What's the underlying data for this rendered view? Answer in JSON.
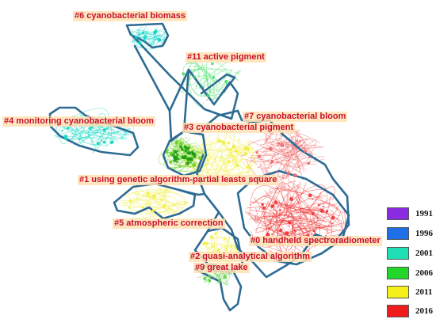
{
  "clusters": [
    {
      "id": "c6",
      "label": "#6 cyanobacterial biomass",
      "color": "#12d6c8"
    },
    {
      "id": "c11",
      "label": "#11 active pigment",
      "color": "#48e06a"
    },
    {
      "id": "c4",
      "label": "#4 monitoring cyanobacterial bloom",
      "color": "#14d8c4"
    },
    {
      "id": "c7",
      "label": "#7 cyanobacterial bloom",
      "color": "#f06a6a"
    },
    {
      "id": "c3",
      "label": "#3 cyanobacterial pigment",
      "color": "#f2ee40"
    },
    {
      "id": "c1",
      "label": "#1 using genetic algorithm-partial leasts square",
      "color": "#6ad21e"
    },
    {
      "id": "c5",
      "label": "#5 atmospheric correction",
      "color": "#f2ee40"
    },
    {
      "id": "c0",
      "label": "#0 handheld spectroradiometer",
      "color": "#ee3030"
    },
    {
      "id": "c2",
      "label": "#2 quasi-analytical algorithm",
      "color": "#f2ee40"
    },
    {
      "id": "c9",
      "label": "#9 great lake",
      "color": "#62d24a"
    }
  ],
  "legend": [
    {
      "year": "1991",
      "color": "#8a2be2"
    },
    {
      "year": "1996",
      "color": "#1f6fe6"
    },
    {
      "year": "2001",
      "color": "#1fe0b4"
    },
    {
      "year": "2006",
      "color": "#22d62a"
    },
    {
      "year": "2011",
      "color": "#f5f01a"
    },
    {
      "year": "2016",
      "color": "#ee1c1c"
    }
  ],
  "outline_color": "#2e6b94"
}
